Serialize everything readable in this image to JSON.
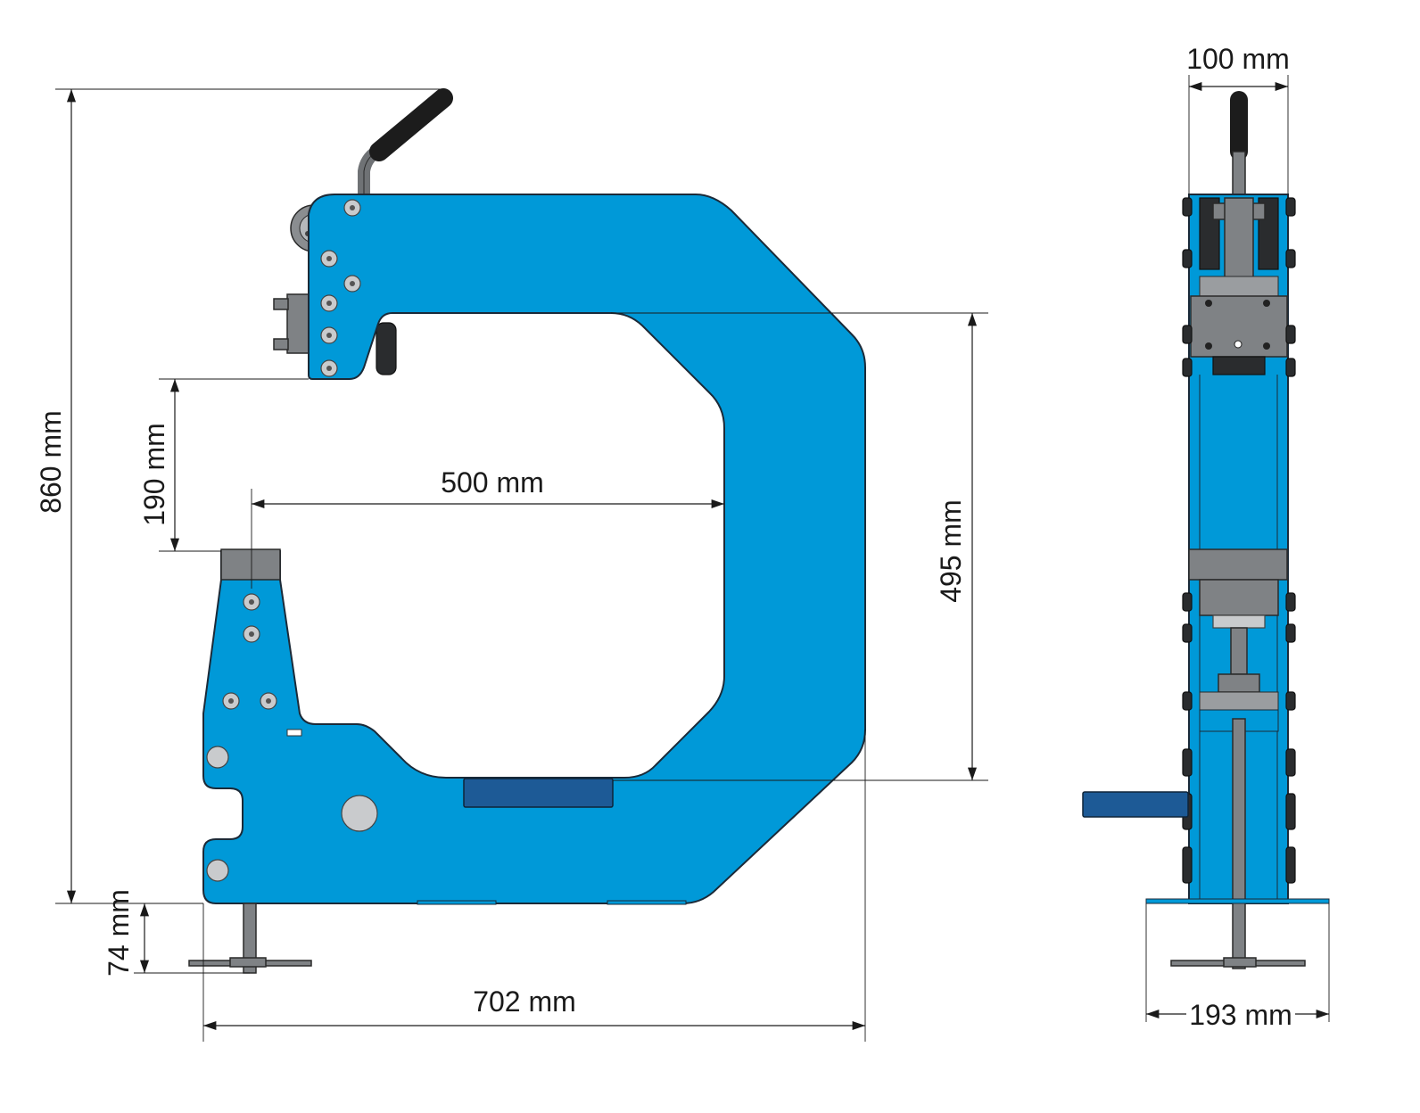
{
  "dimensions": {
    "overall_height": "860 mm",
    "jaw_gap": "190 mm",
    "throat_depth": "500 mm",
    "throat_height": "495 mm",
    "foot_height": "74 mm",
    "overall_length": "702 mm",
    "width_top": "100 mm",
    "width_base": "193 mm"
  },
  "colors": {
    "frame": "#0099d8",
    "frame_outline": "#1b2a38",
    "parts_grey": "#7f8285",
    "plate_navy": "#1d5a96",
    "handle_black": "#1c1c1c"
  }
}
